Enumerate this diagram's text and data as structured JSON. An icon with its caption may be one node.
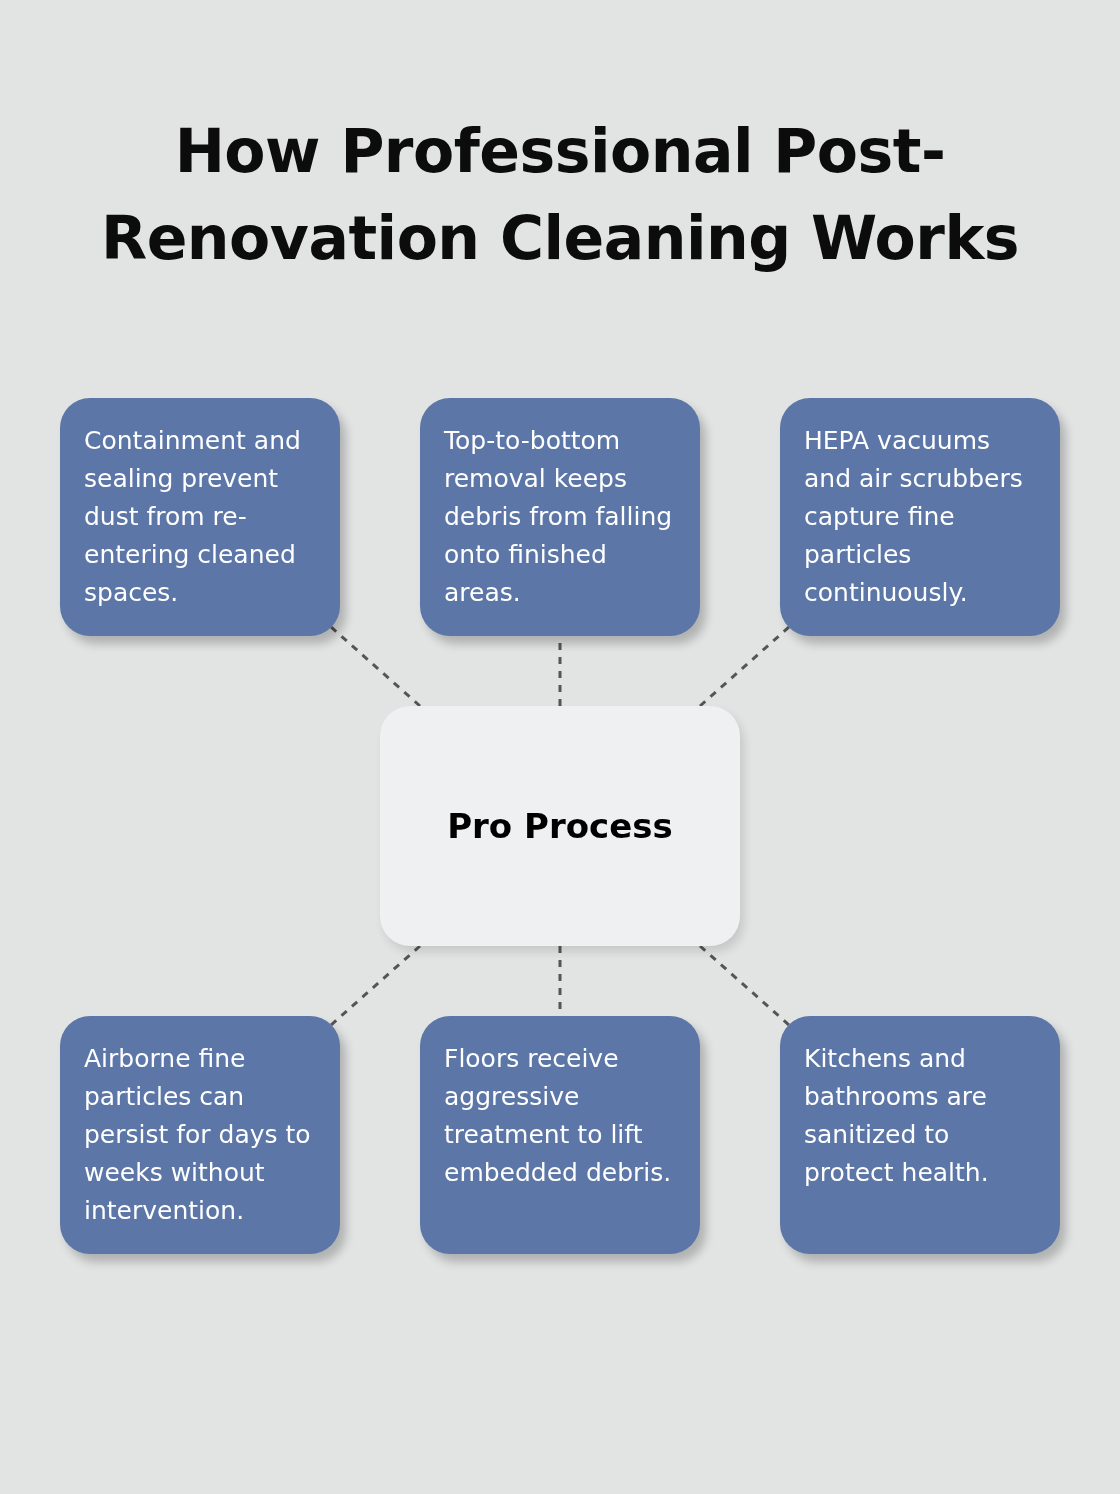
{
  "diagram": {
    "title": "How Professional Post-Renovation Cleaning Works",
    "nodes": [
      {
        "text": [
          "Containment and sealing prevent dust from re-entering cleaned spaces."
        ]
      },
      {
        "text": [
          "Top-to-bottom removal keeps debris from falling onto finished areas."
        ]
      },
      {
        "text": [
          "HEPA vacuums and air scrubbers capture fine particles continuously."
        ]
      },
      {
        "text": [
          "Pro Process"
        ]
      },
      {
        "text": [
          "Airborne fine particles can persist for days to weeks without intervention."
        ]
      },
      {
        "text": [
          "Floors receive aggressive treatment to lift embedded debris."
        ]
      },
      {
        "text": [
          "Kitchens and bathrooms are sanitized to protect health."
        ]
      }
    ],
    "edges": [
      {
        "from": 3,
        "to": 0,
        "arrow": "none",
        "style": "dashed"
      },
      {
        "from": 3,
        "to": 1,
        "arrow": "none",
        "style": "dashed"
      },
      {
        "from": 3,
        "to": 2,
        "arrow": "none",
        "style": "dashed"
      },
      {
        "from": 3,
        "to": 4,
        "arrow": "none",
        "style": "dashed"
      },
      {
        "from": 3,
        "to": 5,
        "arrow": "none",
        "style": "dashed"
      },
      {
        "from": 3,
        "to": 6,
        "arrow": "none",
        "style": "dashed"
      }
    ]
  }
}
